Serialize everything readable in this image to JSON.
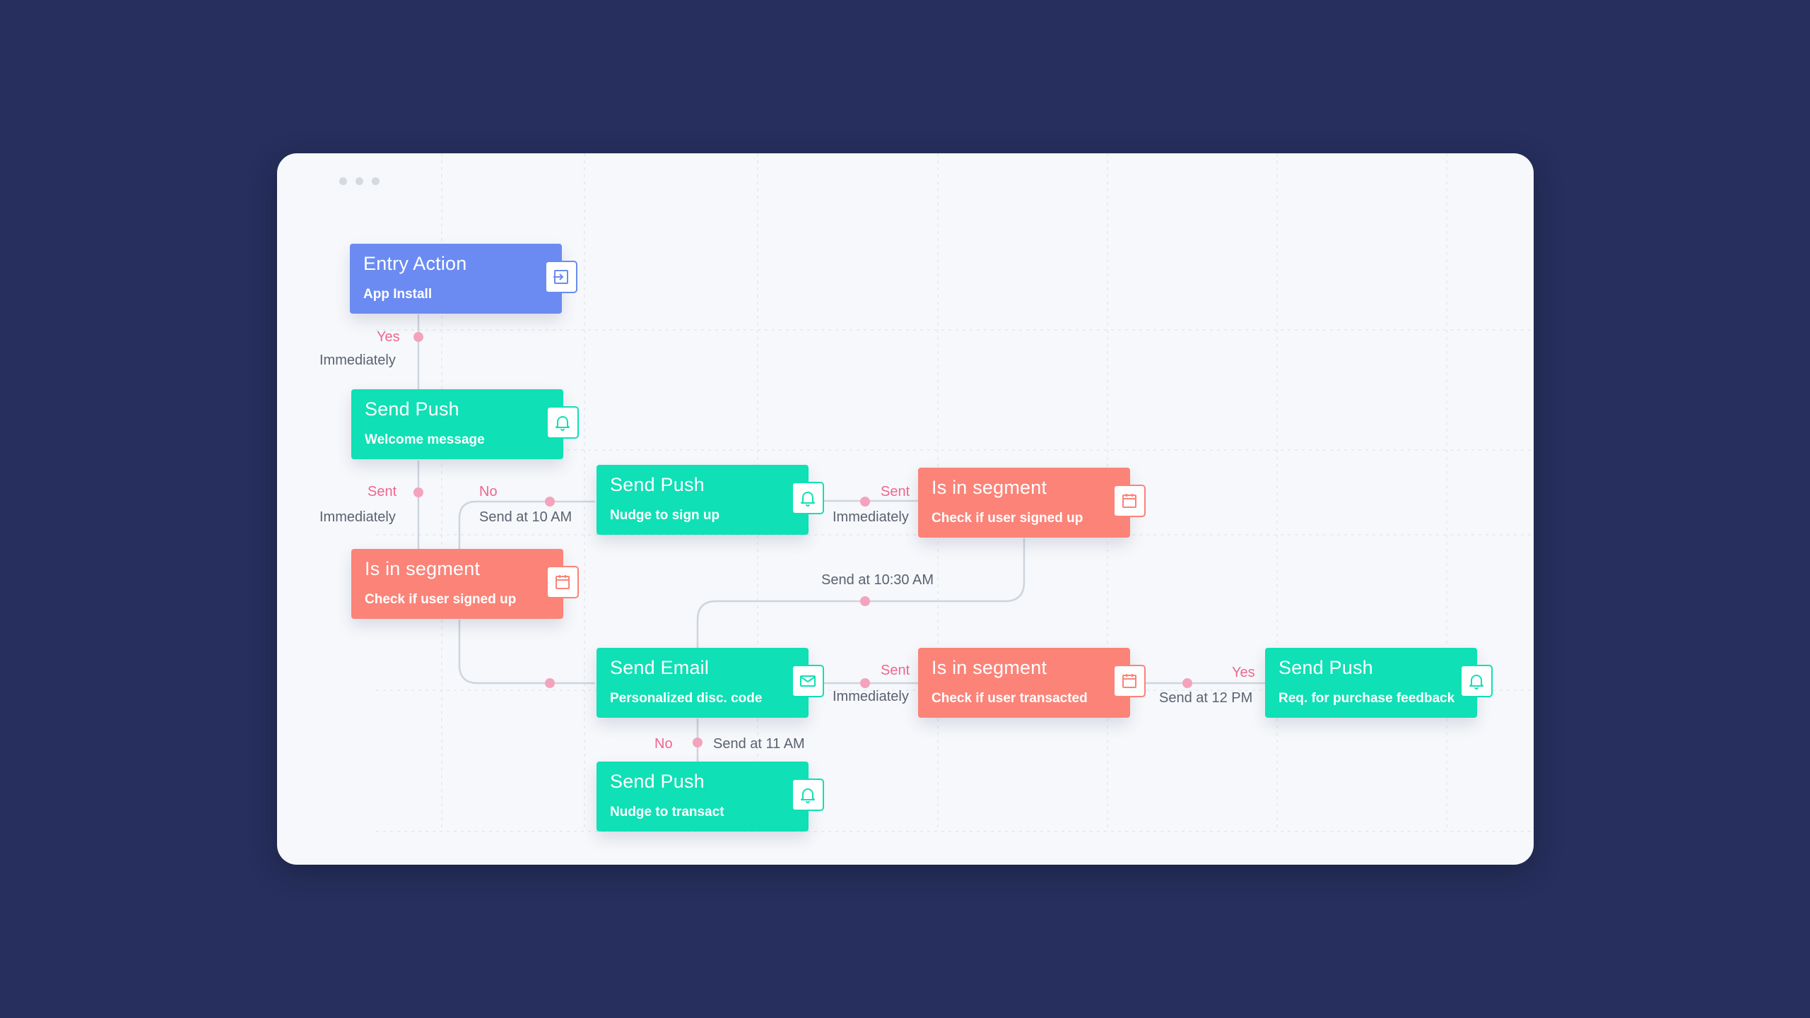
{
  "nodes": {
    "entry": {
      "title": "Entry Action",
      "subtitle": "App Install",
      "icon": "enter-icon"
    },
    "push_welcome": {
      "title": "Send Push",
      "subtitle": "Welcome message",
      "icon": "bell-icon"
    },
    "segment_signed_up_1": {
      "title": "Is in segment",
      "subtitle": "Check if user signed up",
      "icon": "calendar-icon"
    },
    "push_nudge_signup": {
      "title": "Send Push",
      "subtitle": "Nudge to sign up",
      "icon": "bell-icon"
    },
    "segment_signed_up_2": {
      "title": "Is in segment",
      "subtitle": "Check if user signed up",
      "icon": "calendar-icon"
    },
    "email_discount": {
      "title": "Send Email",
      "subtitle": "Personalized disc. code",
      "icon": "mail-icon"
    },
    "segment_transacted": {
      "title": "Is in segment",
      "subtitle": "Check if user transacted",
      "icon": "calendar-icon"
    },
    "push_feedback": {
      "title": "Send Push",
      "subtitle": "Req. for purchase feedback",
      "icon": "bell-icon"
    },
    "push_nudge_transact": {
      "title": "Send Push",
      "subtitle": "Nudge to transact",
      "icon": "bell-icon"
    }
  },
  "edges": {
    "entry_to_welcome": {
      "condition": "Yes",
      "timing": "Immediately"
    },
    "welcome_to_segment": {
      "condition": "Sent",
      "timing": "Immediately"
    },
    "segment_to_nudge": {
      "condition": "No",
      "timing": "Send at 10 AM"
    },
    "nudge_to_segment2": {
      "condition": "Sent",
      "timing": "Immediately"
    },
    "segment2_to_email": {
      "timing": "Send at 10:30 AM"
    },
    "email_to_segment3": {
      "condition": "Sent",
      "timing": "Immediately"
    },
    "segment3_to_feedback": {
      "condition": "Yes",
      "timing": "Send at 12 PM"
    },
    "email_to_transact": {
      "condition": "No",
      "timing": "Send at 11 AM"
    }
  },
  "colors": {
    "background": "#262f5d",
    "panel": "#f6f8fb",
    "entry_blue": "#6b8bf2",
    "push_teal": "#0fe0b5",
    "segment_coral": "#fb8378",
    "connector_dot": "#f4a3bd",
    "condition_pink": "#f0668c"
  }
}
